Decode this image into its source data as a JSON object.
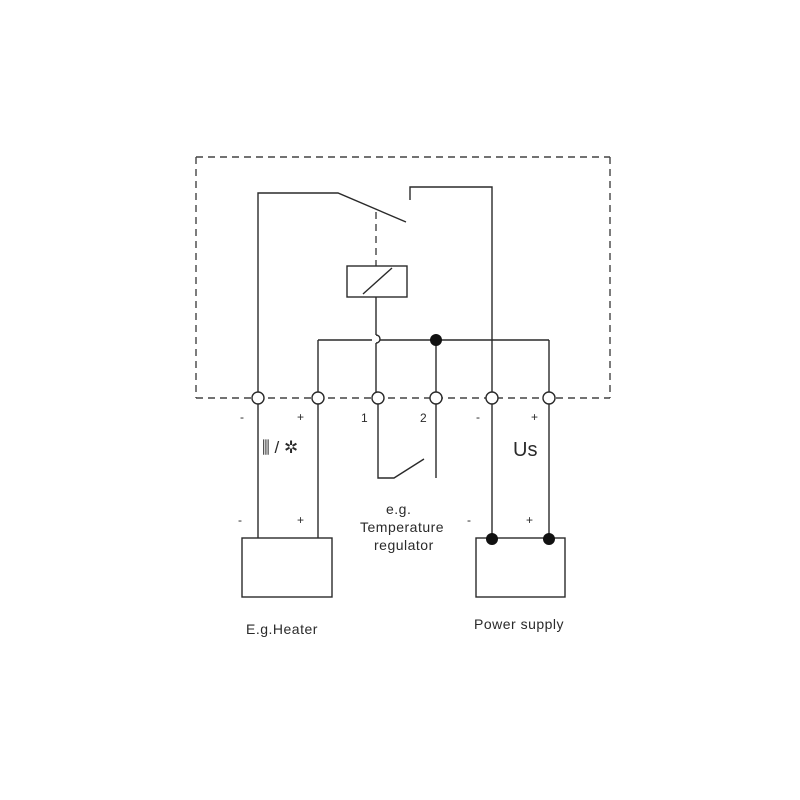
{
  "terminals": {
    "t1_sign": "-",
    "t2_sign": "+",
    "t3_num": "1",
    "t4_num": "2",
    "t5_sign": "-",
    "t6_sign": "+"
  },
  "heater": {
    "symbol": "⫼ / ✲",
    "minus": "-",
    "plus": "+",
    "caption": "E.g.Heater"
  },
  "regulator": {
    "line1": "e.g.",
    "line2": "Temperature",
    "line3": "regulator"
  },
  "supply": {
    "voltage": "Us",
    "minus": "-",
    "plus": "+",
    "caption": "Power supply"
  }
}
